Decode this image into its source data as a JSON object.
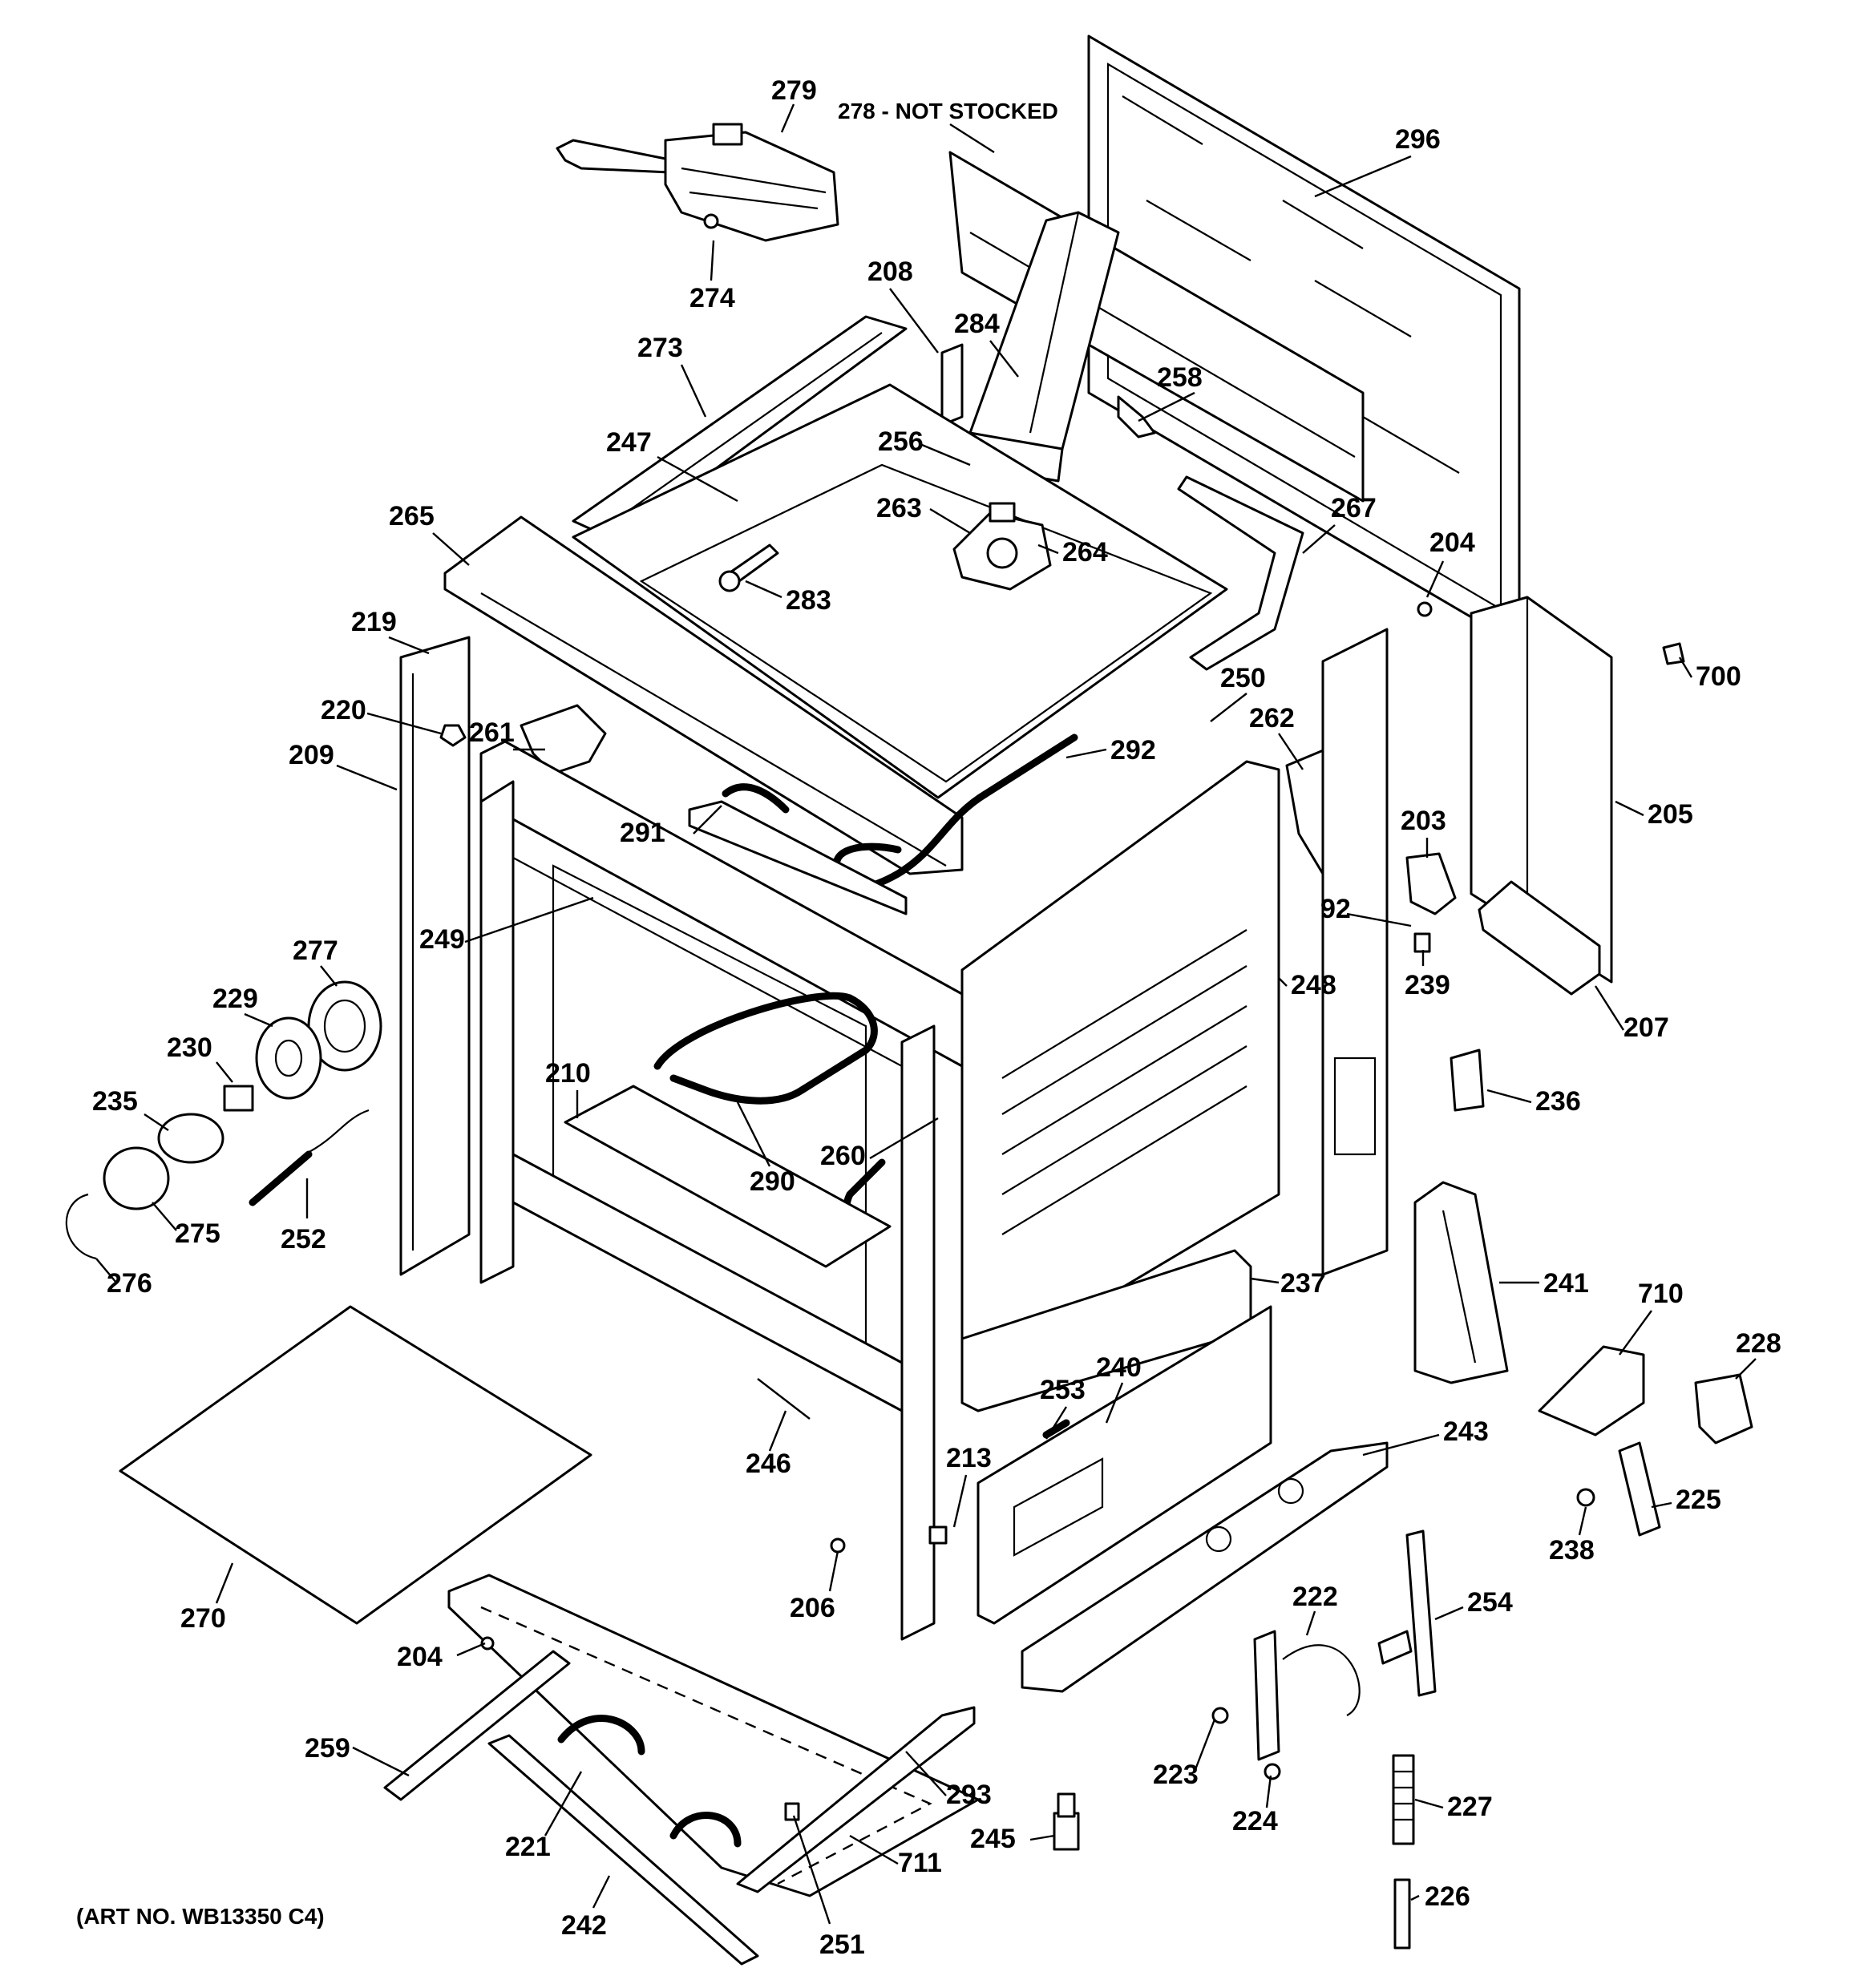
{
  "title": "",
  "art_number": "(ART NO. WB13350 C4)",
  "callouts": [
    {
      "id": "278",
      "text": "278 - NOT STOCKED"
    },
    {
      "id": "279",
      "text": "279"
    },
    {
      "id": "274",
      "text": "274"
    },
    {
      "id": "296",
      "text": "296"
    },
    {
      "id": "208",
      "text": "208"
    },
    {
      "id": "284",
      "text": "284"
    },
    {
      "id": "273",
      "text": "273"
    },
    {
      "id": "258",
      "text": "258"
    },
    {
      "id": "247",
      "text": "247"
    },
    {
      "id": "256",
      "text": "256"
    },
    {
      "id": "263",
      "text": "263"
    },
    {
      "id": "264",
      "text": "264"
    },
    {
      "id": "267",
      "text": "267"
    },
    {
      "id": "265",
      "text": "265"
    },
    {
      "id": "204a",
      "text": "204"
    },
    {
      "id": "283",
      "text": "283"
    },
    {
      "id": "219",
      "text": "219"
    },
    {
      "id": "700",
      "text": "700"
    },
    {
      "id": "250",
      "text": "250"
    },
    {
      "id": "220",
      "text": "220"
    },
    {
      "id": "262",
      "text": "262"
    },
    {
      "id": "261",
      "text": "261"
    },
    {
      "id": "209",
      "text": "209"
    },
    {
      "id": "292",
      "text": "292"
    },
    {
      "id": "205",
      "text": "205"
    },
    {
      "id": "203",
      "text": "203"
    },
    {
      "id": "291",
      "text": "291"
    },
    {
      "id": "92",
      "text": "92"
    },
    {
      "id": "249",
      "text": "249"
    },
    {
      "id": "248",
      "text": "248"
    },
    {
      "id": "277",
      "text": "277"
    },
    {
      "id": "239",
      "text": "239"
    },
    {
      "id": "207",
      "text": "207"
    },
    {
      "id": "229",
      "text": "229"
    },
    {
      "id": "230",
      "text": "230"
    },
    {
      "id": "210",
      "text": "210"
    },
    {
      "id": "236",
      "text": "236"
    },
    {
      "id": "235",
      "text": "235"
    },
    {
      "id": "260",
      "text": "260"
    },
    {
      "id": "290",
      "text": "290"
    },
    {
      "id": "275",
      "text": "275"
    },
    {
      "id": "252",
      "text": "252"
    },
    {
      "id": "276",
      "text": "276"
    },
    {
      "id": "237",
      "text": "237"
    },
    {
      "id": "241",
      "text": "241"
    },
    {
      "id": "710",
      "text": "710"
    },
    {
      "id": "228",
      "text": "228"
    },
    {
      "id": "240",
      "text": "240"
    },
    {
      "id": "253",
      "text": "253"
    },
    {
      "id": "243",
      "text": "243"
    },
    {
      "id": "213",
      "text": "213"
    },
    {
      "id": "246",
      "text": "246"
    },
    {
      "id": "225",
      "text": "225"
    },
    {
      "id": "238",
      "text": "238"
    },
    {
      "id": "206",
      "text": "206"
    },
    {
      "id": "270",
      "text": "270"
    },
    {
      "id": "222",
      "text": "222"
    },
    {
      "id": "254",
      "text": "254"
    },
    {
      "id": "204b",
      "text": "204"
    },
    {
      "id": "259",
      "text": "259"
    },
    {
      "id": "223",
      "text": "223"
    },
    {
      "id": "293",
      "text": "293"
    },
    {
      "id": "227",
      "text": "227"
    },
    {
      "id": "224",
      "text": "224"
    },
    {
      "id": "221",
      "text": "221"
    },
    {
      "id": "245",
      "text": "245"
    },
    {
      "id": "711",
      "text": "711"
    },
    {
      "id": "226",
      "text": "226"
    },
    {
      "id": "242",
      "text": "242"
    },
    {
      "id": "251",
      "text": "251"
    }
  ]
}
